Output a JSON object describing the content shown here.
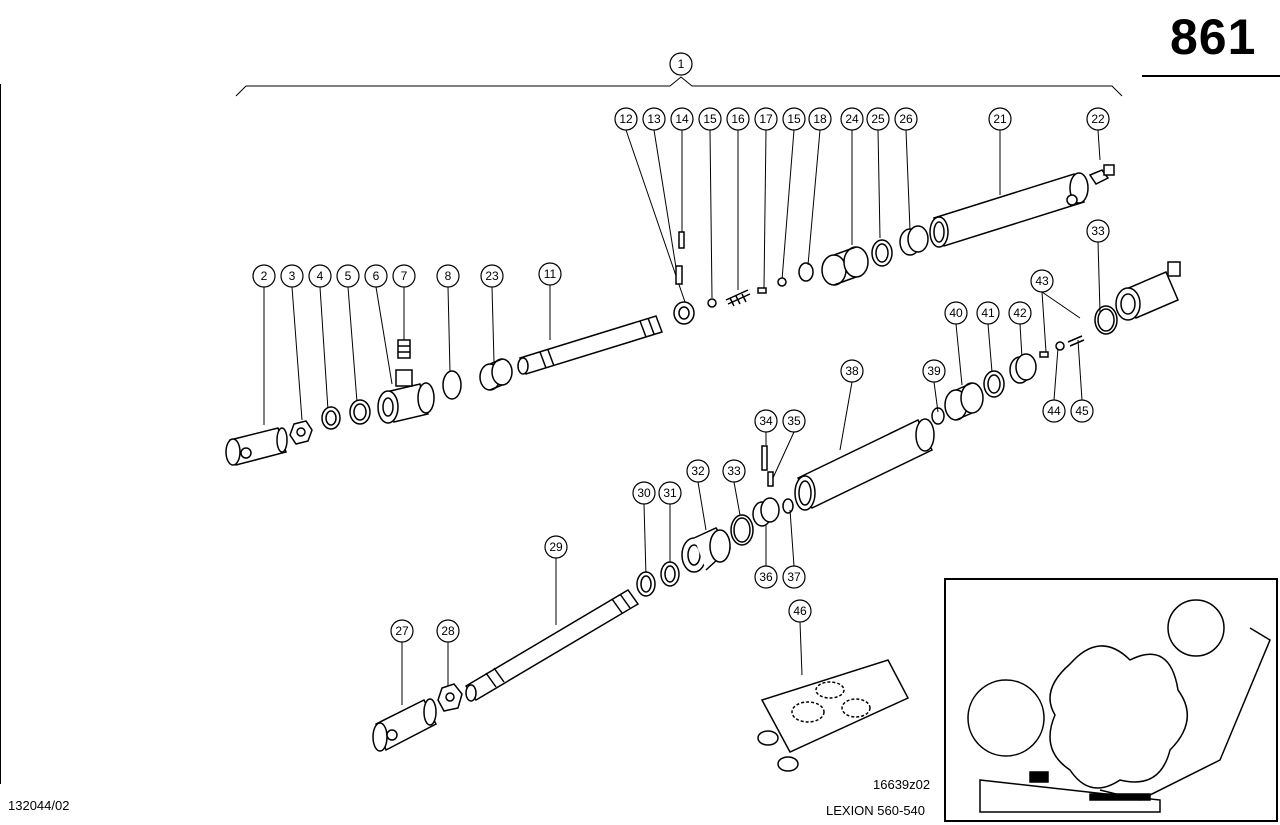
{
  "page": {
    "number": "861",
    "doc_code": "132044/02",
    "drawing_number": "16639z02",
    "model": "LEXION 560-540"
  },
  "callouts": [
    {
      "id": "c1",
      "label": "1"
    },
    {
      "id": "c2",
      "label": "2"
    },
    {
      "id": "c3",
      "label": "3"
    },
    {
      "id": "c4",
      "label": "4"
    },
    {
      "id": "c5",
      "label": "5"
    },
    {
      "id": "c6",
      "label": "6"
    },
    {
      "id": "c7",
      "label": "7"
    },
    {
      "id": "c8",
      "label": "8"
    },
    {
      "id": "c23a",
      "label": "23"
    },
    {
      "id": "c11",
      "label": "11"
    },
    {
      "id": "c12",
      "label": "12"
    },
    {
      "id": "c13",
      "label": "13"
    },
    {
      "id": "c14",
      "label": "14"
    },
    {
      "id": "c15a",
      "label": "15"
    },
    {
      "id": "c16",
      "label": "16"
    },
    {
      "id": "c17",
      "label": "17"
    },
    {
      "id": "c15b",
      "label": "15"
    },
    {
      "id": "c18",
      "label": "18"
    },
    {
      "id": "c24",
      "label": "24"
    },
    {
      "id": "c25",
      "label": "25"
    },
    {
      "id": "c26",
      "label": "26"
    },
    {
      "id": "c21",
      "label": "21"
    },
    {
      "id": "c22",
      "label": "22"
    },
    {
      "id": "c33a",
      "label": "33"
    },
    {
      "id": "c43",
      "label": "43"
    },
    {
      "id": "c40",
      "label": "40"
    },
    {
      "id": "c41",
      "label": "41"
    },
    {
      "id": "c42",
      "label": "42"
    },
    {
      "id": "c38",
      "label": "38"
    },
    {
      "id": "c39",
      "label": "39"
    },
    {
      "id": "c44",
      "label": "44"
    },
    {
      "id": "c45",
      "label": "45"
    },
    {
      "id": "c34",
      "label": "34"
    },
    {
      "id": "c35",
      "label": "35"
    },
    {
      "id": "c32",
      "label": "32"
    },
    {
      "id": "c33b",
      "label": "33"
    },
    {
      "id": "c30",
      "label": "30"
    },
    {
      "id": "c31",
      "label": "31"
    },
    {
      "id": "c36",
      "label": "36"
    },
    {
      "id": "c37",
      "label": "37"
    },
    {
      "id": "c29",
      "label": "29"
    },
    {
      "id": "c46",
      "label": "46"
    },
    {
      "id": "c27",
      "label": "27"
    },
    {
      "id": "c28",
      "label": "28"
    }
  ]
}
